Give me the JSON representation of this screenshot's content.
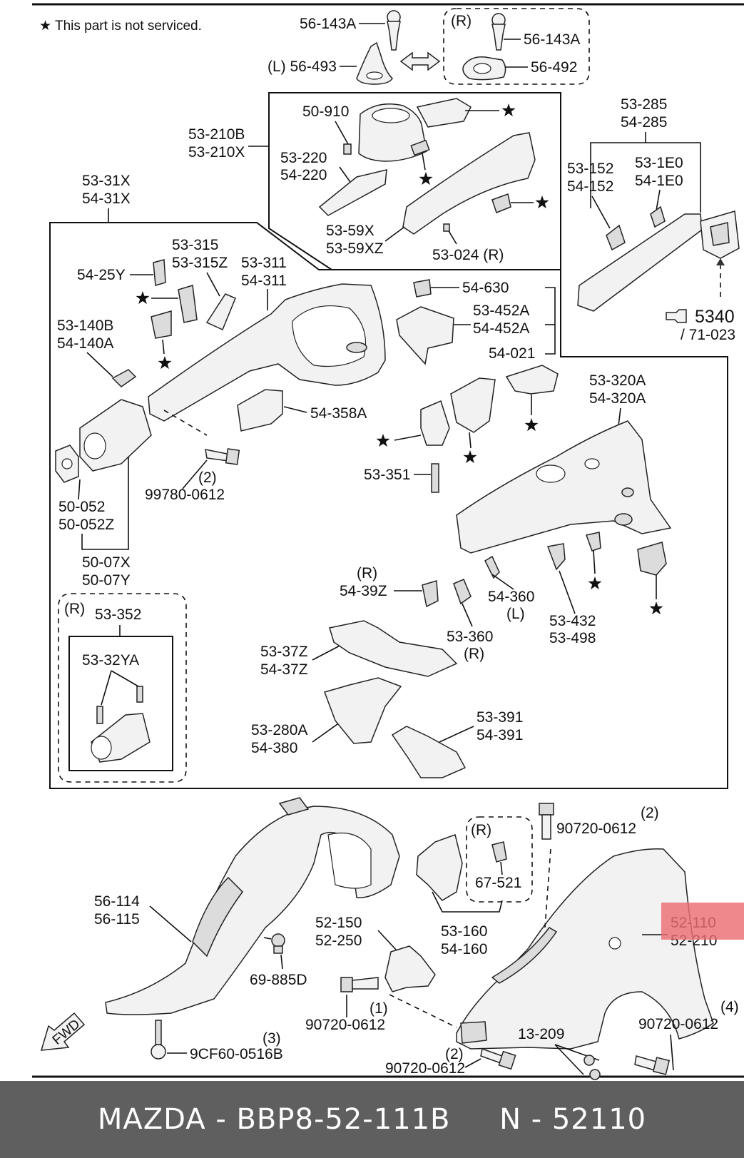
{
  "note": "★ This part is not serviced.",
  "footer": {
    "brand": "MAZDA",
    "part_number": "BBP8-52-111B",
    "ref_prefix": "N",
    "ref_number": "52110",
    "text": "MAZDA - BBP8-52-111B     N - 52110"
  },
  "highlight_color": "#ec6e73",
  "labels": {
    "l_56_143A_top": "56-143A",
    "l_56_493": "(L) 56-493",
    "l_R_top": "(R)",
    "l_56_143A_r": "56-143A",
    "l_56_492": "56-492",
    "l_50_910": "50-910",
    "l_53_210B": "53-210B",
    "l_53_210X": "53-210X",
    "l_53_220": "53-220",
    "l_54_220": "54-220",
    "l_53_59X": "53-59X",
    "l_53_59XZ": "53-59XZ",
    "l_53_024": "53-024 (R)",
    "l_53_285": "53-285",
    "l_54_285": "54-285",
    "l_53_152": "53-152",
    "l_54_152": "54-152",
    "l_53_1E0": "53-1E0",
    "l_54_1E0": "54-1E0",
    "l_5340": "5340",
    "l_71_023": "/ 71-023",
    "l_53_31X": "53-31X",
    "l_54_31X": "54-31X",
    "l_53_315": "53-315",
    "l_53_315Z": "53-315Z",
    "l_53_311": "53-311",
    "l_54_311": "54-311",
    "l_54_25Y": "54-25Y",
    "l_53_140B": "53-140B",
    "l_54_140A": "54-140A",
    "l_54_630": "54-630",
    "l_53_452A": "53-452A",
    "l_54_452A": "54-452A",
    "l_54_021": "54-021",
    "l_54_358A": "54-358A",
    "l_53_320A": "53-320A",
    "l_54_320A": "54-320A",
    "l_53_351": "53-351",
    "l_q2_a": "(2)",
    "l_99780": "99780-0612",
    "l_50_052": "50-052",
    "l_50_052Z": "50-052Z",
    "l_50_07X": "50-07X",
    "l_50_07Y": "50-07Y",
    "l_R_mid": "(R)",
    "l_54_39Z": "54-39Z",
    "l_54_360": "54-360",
    "l_L_mid": "(L)",
    "l_53_432": "53-432",
    "l_53_498": "53-498",
    "l_53_360": "53-360",
    "l_R_360": "(R)",
    "l_R_box": "(R)",
    "l_53_352": "53-352",
    "l_53_32YA": "53-32YA",
    "l_53_37Z": "53-37Z",
    "l_54_37Z": "54-37Z",
    "l_53_280A": "53-280A",
    "l_54_380": "54-380",
    "l_53_391": "53-391",
    "l_54_391": "54-391",
    "l_q2_b": "(2)",
    "l_90720_a": "90720-0612",
    "l_R_low": "(R)",
    "l_67_521": "67-521",
    "l_56_114": "56-114",
    "l_56_115": "56-115",
    "l_52_150": "52-150",
    "l_52_250": "52-250",
    "l_53_160": "53-160",
    "l_54_160": "54-160",
    "l_52_110": "52-110",
    "l_52_210": "52-210",
    "l_69_885D": "69-885D",
    "l_q1": "(1)",
    "l_90720_b": "90720-0612",
    "l_q4": "(4)",
    "l_90720_c": "90720-0612",
    "l_13_209": "13-209",
    "l_q3": "(3)",
    "l_9CF60": "9CF60-0516B",
    "l_q2_c": "(2)",
    "l_90720_d": "90720-0612",
    "l_FWD": "FWD"
  }
}
